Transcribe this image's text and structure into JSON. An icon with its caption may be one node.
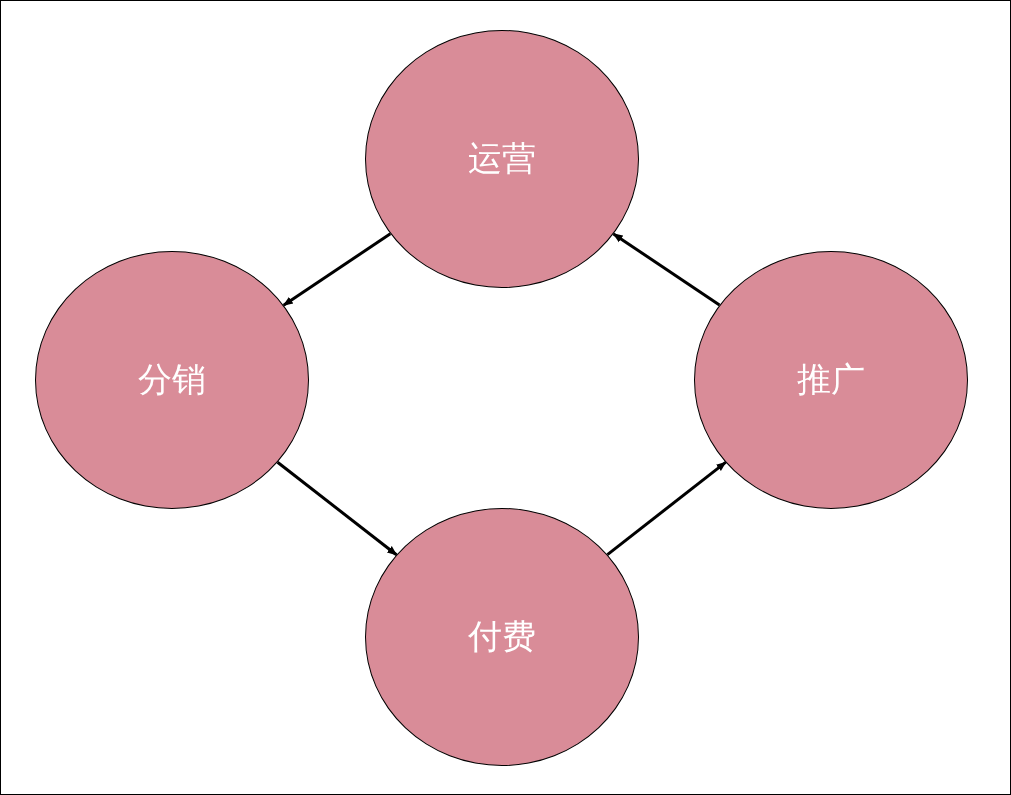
{
  "diagram": {
    "nodes": [
      {
        "text": [
          "运营"
        ]
      },
      {
        "text": [
          "分销"
        ]
      },
      {
        "text": [
          "付费"
        ]
      },
      {
        "text": [
          "推广"
        ]
      }
    ],
    "edges": [
      {
        "from": 0,
        "to": 1,
        "arrow": "to"
      },
      {
        "from": 1,
        "to": 2,
        "arrow": "to"
      },
      {
        "from": 2,
        "to": 3,
        "arrow": "to"
      },
      {
        "from": 3,
        "to": 0,
        "arrow": "to"
      }
    ]
  }
}
